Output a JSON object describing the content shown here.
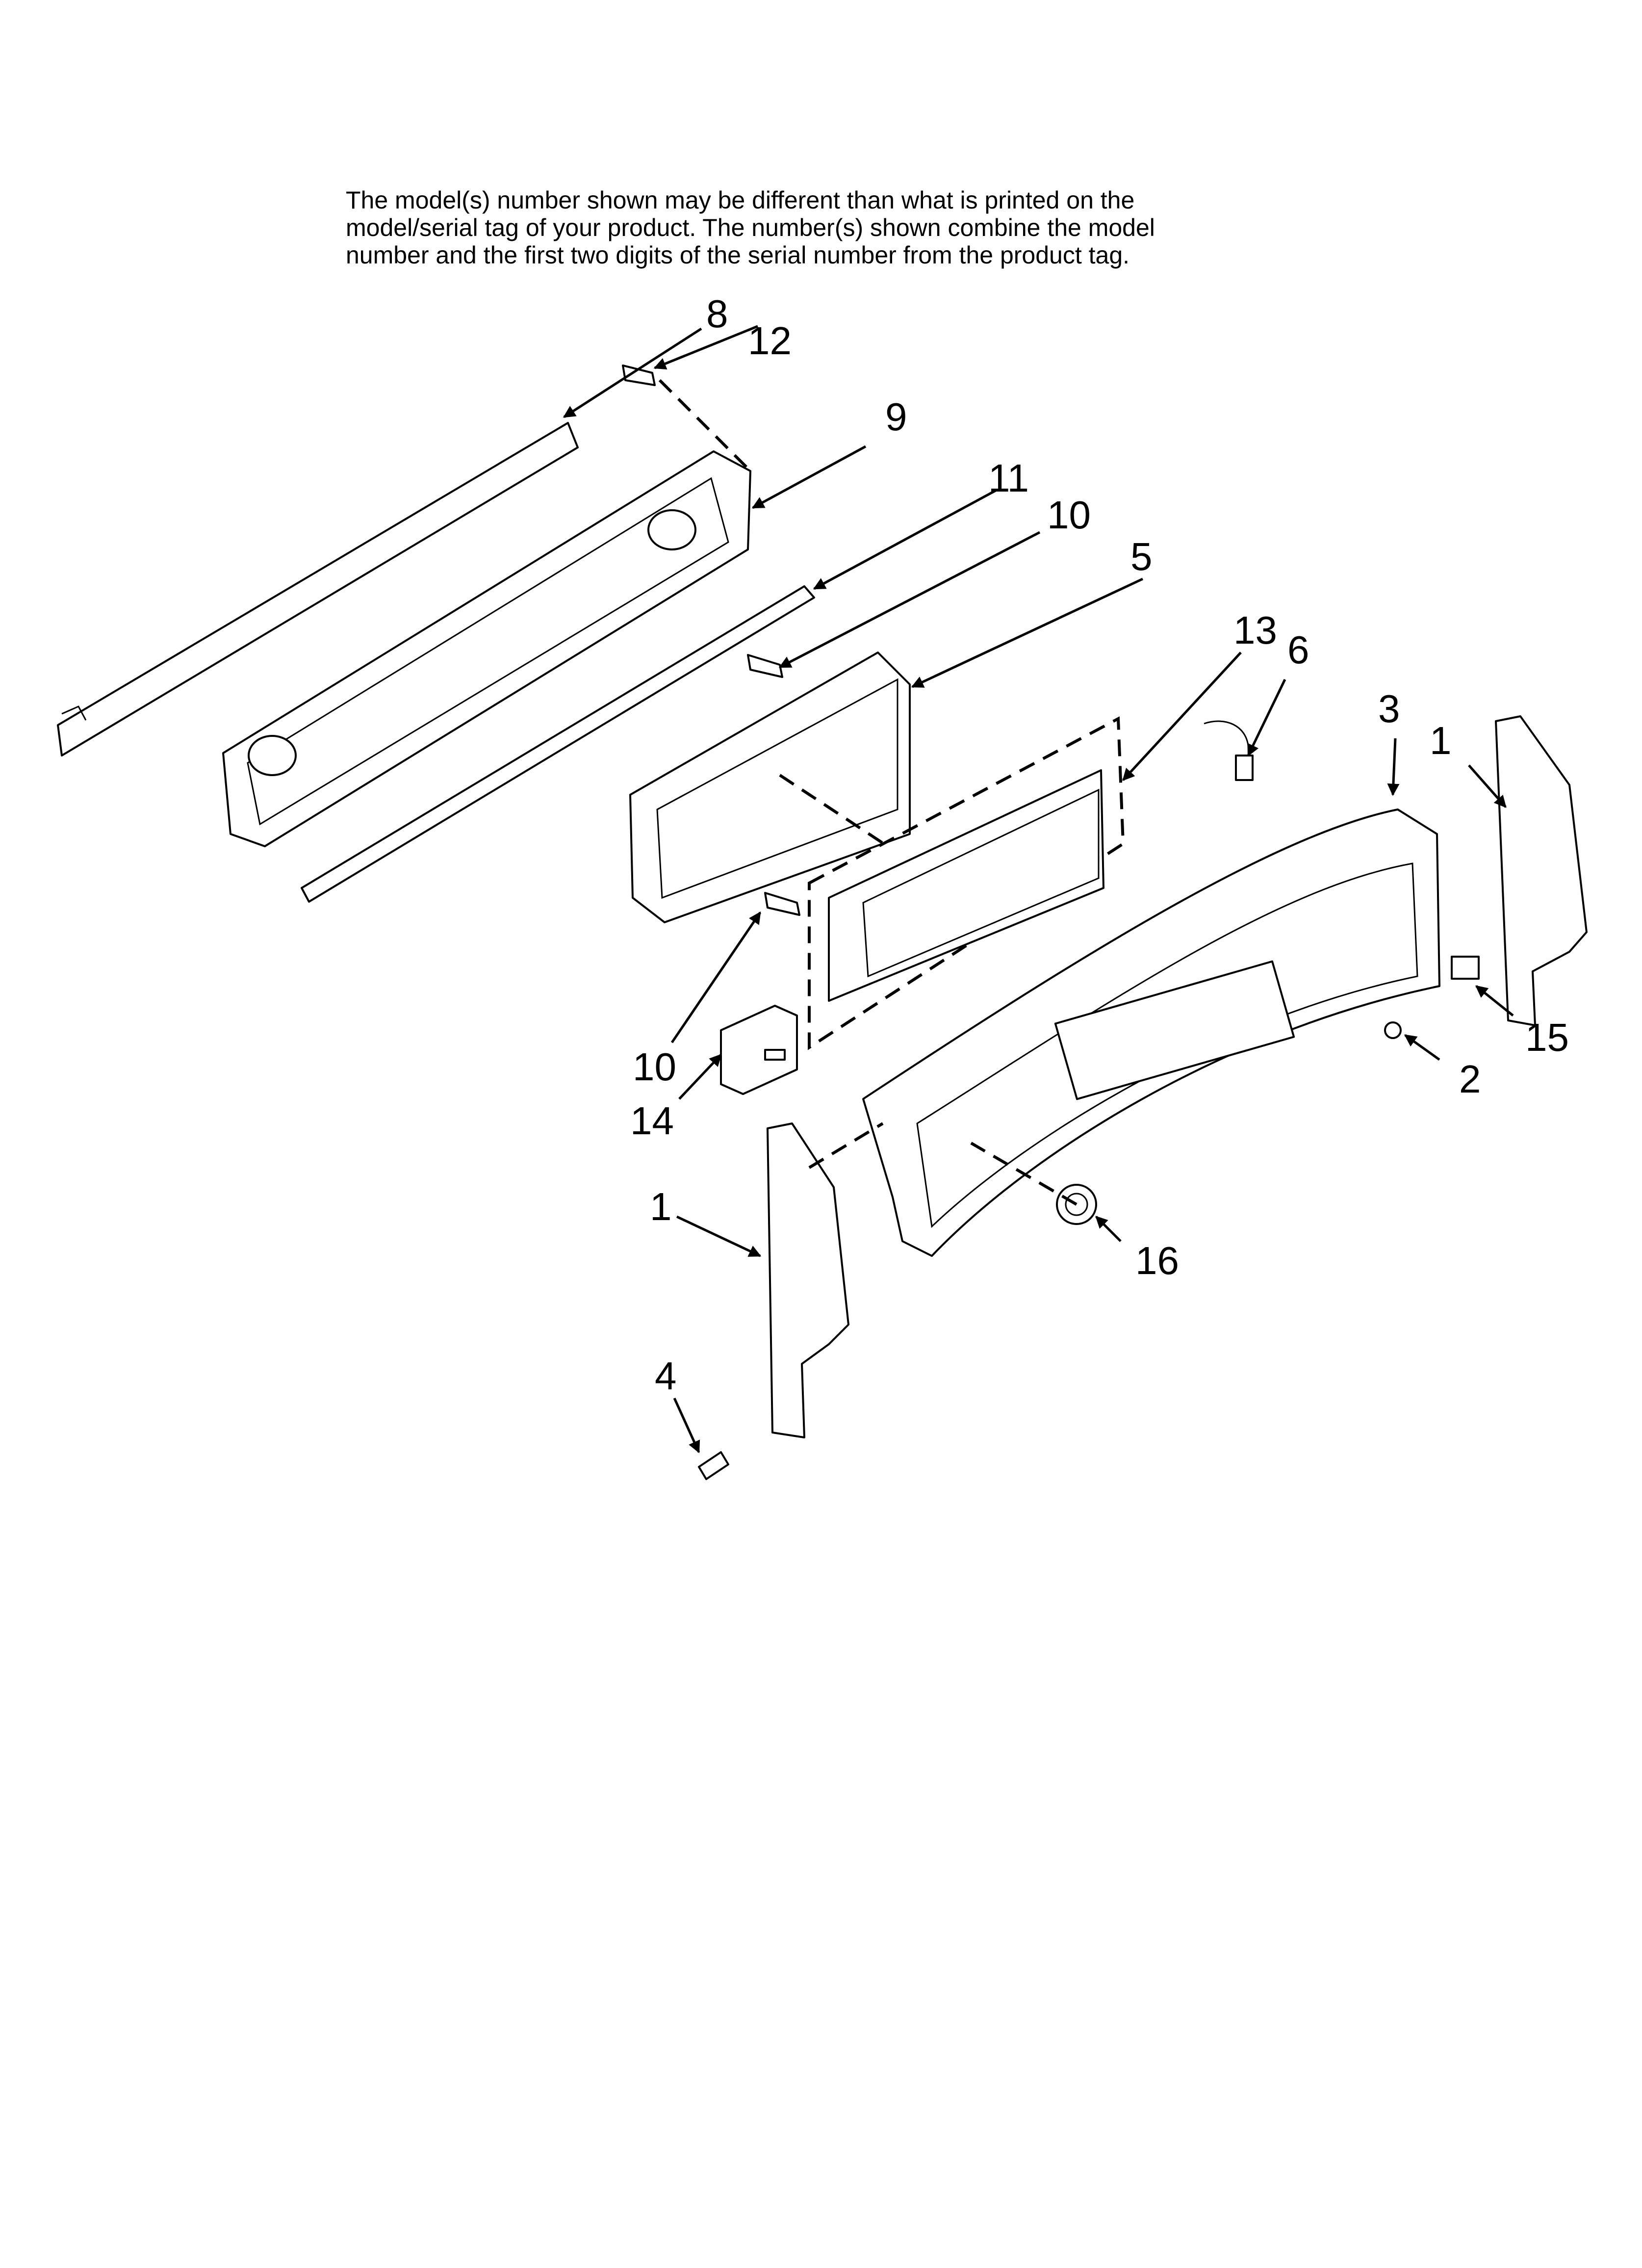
{
  "notice": {
    "lines": [
      "The model(s) number shown may be different than what is printed on the",
      "model/serial tag of your product. The number(s) shown combine the model",
      "number and the first two digits of the serial number from the product tag."
    ]
  },
  "callouts": {
    "c8": "8",
    "c12": "12",
    "c9": "9",
    "c11": "11",
    "c10a": "10",
    "c5": "5",
    "c13": "13",
    "c6": "6",
    "c3": "3",
    "c1a": "1",
    "c15": "15",
    "c2": "2",
    "c10b": "10",
    "c14": "14",
    "c1b": "1",
    "c16": "16",
    "c4": "4"
  }
}
